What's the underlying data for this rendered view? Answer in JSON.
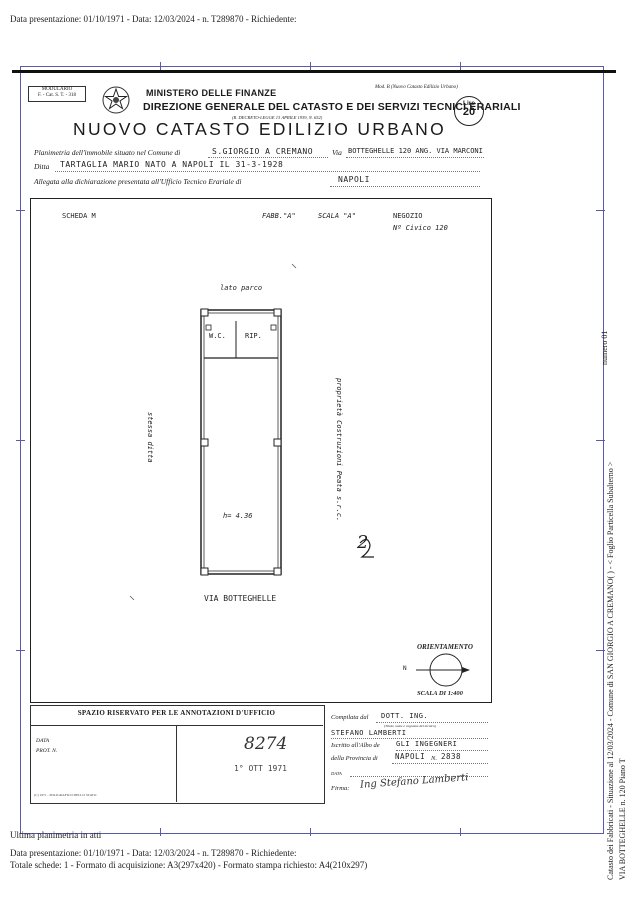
{
  "header": {
    "line1": "Data presentazione: 01/10/1971 - Data: 12/03/2024 - n. T289870 - Richiedente:"
  },
  "form": {
    "modulario_lines": [
      "MODULARIO",
      "F. - Cat. S. T. - 318"
    ],
    "ministero": "MINISTERO DELLE FINANZE",
    "direzione": "DIREZIONE GENERALE DEL CATASTO E DEI SERVIZI TECNICI ERARIALI",
    "decreto": "(R. DECRETO-LEGGE 13 APRILE 1939, N. 652)",
    "mod_b": "Mod. B (Nuovo Catasto Edilizio Urbano)",
    "lire_label": "Lire",
    "lire_value": "20",
    "title": "NUOVO CATASTO EDILIZIO URBANO",
    "planimetria_label": "Planimetria dell'immobile situato nel Comune di",
    "comune_value": "S.GIORGIO A CREMANO",
    "via_label": "Via",
    "via_value": "BOTTEGHELLE 120 ANG. VIA MARCONI",
    "ditta_label": "Ditta",
    "ditta_value": "TARTAGLIA MARIO NATO A NAPOLI IL 31-3-1928",
    "allegata_label": "Allegata alla dichiarazione presentata all'Ufficio Tecnico Erariale di",
    "allegata_value": "NAPOLI"
  },
  "plan": {
    "scheda": "SCHEDA M",
    "fabb": "FABB.\"A\"",
    "scala": "SCALA \"A\"",
    "negozio": "NEGOZIO",
    "civico": "Nº Civico 120",
    "lato_parco": "lato parco",
    "wc": "W.C.",
    "rip": "RIP.",
    "h_value": "h= 4.36",
    "stessa_ditta": "stessa ditta",
    "proprieta": "proprietà Costruzioni Peata s.r.c.",
    "via_botteghelle": "VIA BOTTEGHELLE",
    "number_2": "2",
    "orientamento": "ORIENTAMENTO",
    "north": "N",
    "scala_di": "SCALA DI 1:400"
  },
  "annotations": {
    "title": "SPAZIO RISERVATO PER LE ANNOTAZIONI D'UFFICIO",
    "data_label": "DATA",
    "prot_label": "PROT. N.",
    "stamp_number": "8274",
    "stamp_date": "1° OTT 1971",
    "small_note": "(C) 1971 - POLIGRAFICO DELLO STATO"
  },
  "compilata": {
    "label": "Compilata dal",
    "value": "DOTT. ING.",
    "subnote": "(Titolo, nome e cognome del tecnico)",
    "name": "STEFANO LAMBERTI",
    "iscritto_label": "Iscritto all'Albo de",
    "iscritto_value": "GLI INGEGNERI",
    "provincia_label": "della Provincia di",
    "provincia_value": "NAPOLI",
    "numero_label": "N.",
    "numero_value": "2838",
    "data_label": "DATA",
    "firma_label": "Firma:",
    "firma_sign": "Ing Stefano Lamberti"
  },
  "footer": {
    "ultima": "Ultima planimetria in atti",
    "line1": "Data presentazione: 01/10/1971 - Data: 12/03/2024 - n. T289870 - Richiedente:",
    "line2": "Totale schede: 1 - Formato di acquisizione: A3(297x420) - Formato stampa richiesto: A4(210x297)"
  },
  "side": {
    "col1": "Catasto dei Fabbricati - Situazione al 12/03/2024 - Comune di SAN GIORGIO A CREMANO(   ) - < Foglio   Particella   Subalterno >",
    "col1_tail": "numero 01",
    "col2": "VIA BOTTEGHELLE n. 120 Piano T"
  }
}
